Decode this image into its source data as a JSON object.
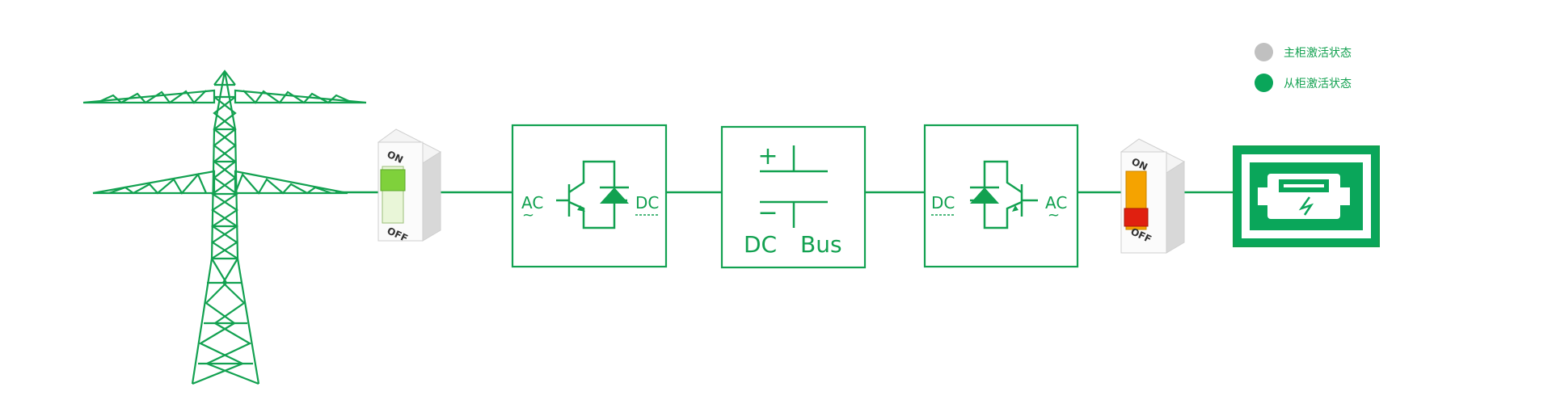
{
  "colors": {
    "line": "#12a150",
    "active_master": "#c0c0c0",
    "active_slave": "#0aa65a",
    "switch_on": "#7fd13b",
    "switch_off": "#f5a300",
    "switch_handle_off": "#e02010"
  },
  "legend": [
    {
      "label": "主柜激活状态",
      "color": "#c0c0c0"
    },
    {
      "label": "从柜激活状态",
      "color": "#0aa65a"
    }
  ],
  "breaker_left": {
    "on_label": "ON",
    "off_label": "OFF",
    "state": "on"
  },
  "breaker_right": {
    "on_label": "ON",
    "off_label": "OFF",
    "state": "off"
  },
  "rectifier": {
    "ac_label": "AC",
    "dc_label": "DC"
  },
  "dc_bus": {
    "plus": "+",
    "minus": "−",
    "label_dc": "DC",
    "label_bus": "Bus"
  },
  "inverter": {
    "dc_label": "DC",
    "ac_label": "AC"
  },
  "icons": {
    "tower": "power-tower-icon",
    "load": "charging-device-icon"
  }
}
